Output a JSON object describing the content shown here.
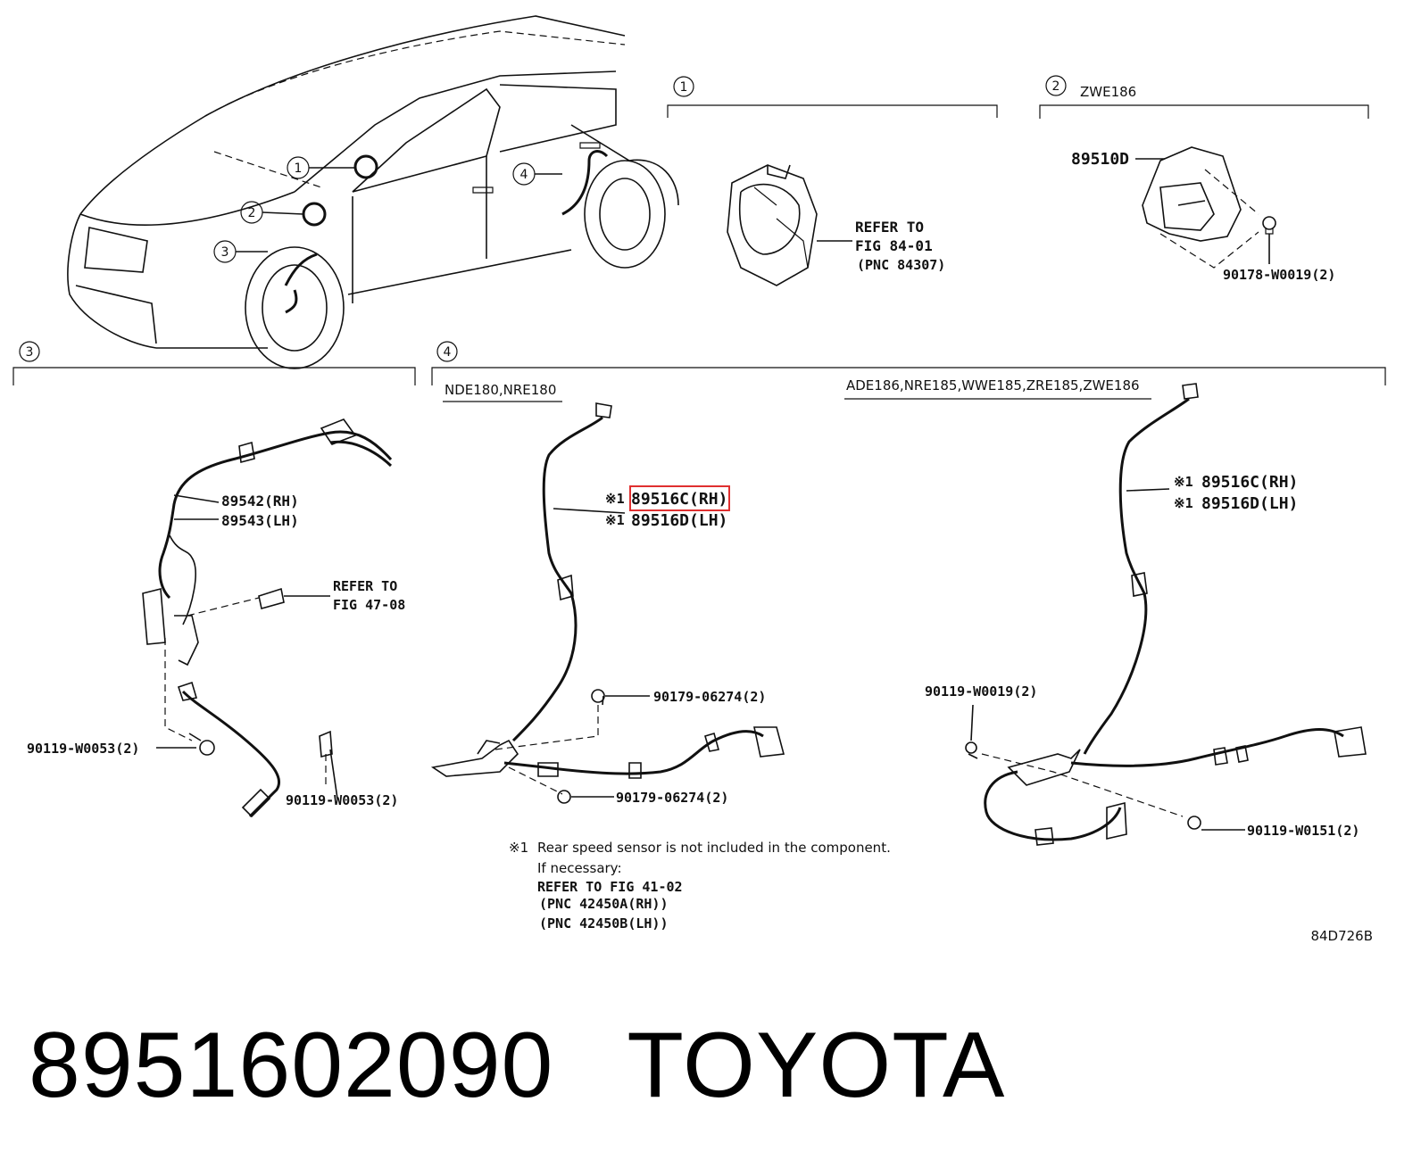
{
  "callouts": {
    "c1": "1",
    "c2": "2",
    "c3": "3",
    "c4": "4",
    "c2_variant": "ZWE186"
  },
  "section1": {
    "refer1": "REFER TO",
    "refer2": "FIG 84-01",
    "refer3": "(PNC 84307)"
  },
  "section2": {
    "part_main": "89510D",
    "part_nut": "90178-W0019(2)"
  },
  "section3": {
    "part_rh": "89542(RH)",
    "part_lh": "89543(LH)",
    "refer1": "REFER TO",
    "refer2": "FIG 47-08",
    "bolt_left": "90119-W0053(2)",
    "bolt_right": "90119-W0053(2)"
  },
  "section4": {
    "variant_a": "NDE180,NRE180",
    "variant_b": "ADE186,NRE185,WWE185,ZRE185,ZWE186",
    "mark": "※1",
    "a_part_rh": "89516C(RH)",
    "a_part_lh": "89516D(LH)",
    "a_nut_top": "90179-06274(2)",
    "a_nut_bottom": "90179-06274(2)",
    "b_part_rh": "89516C(RH)",
    "b_part_lh": "89516D(LH)",
    "b_bolt_left": "90119-W0019(2)",
    "b_bolt_right": "90119-W0151(2)"
  },
  "note": {
    "line1": "Rear speed sensor is not included in the component.",
    "line2": "If necessary:",
    "line3": "REFER TO FIG 41-02",
    "line4": "(PNC 42450A(RH))",
    "line5": "(PNC 42450B(LH))"
  },
  "figure_code": "84D726B",
  "footer": {
    "part_number": "8951602090",
    "brand": "TOYOTA"
  },
  "colors": {
    "highlight": "#e03030",
    "ink": "#111111"
  }
}
